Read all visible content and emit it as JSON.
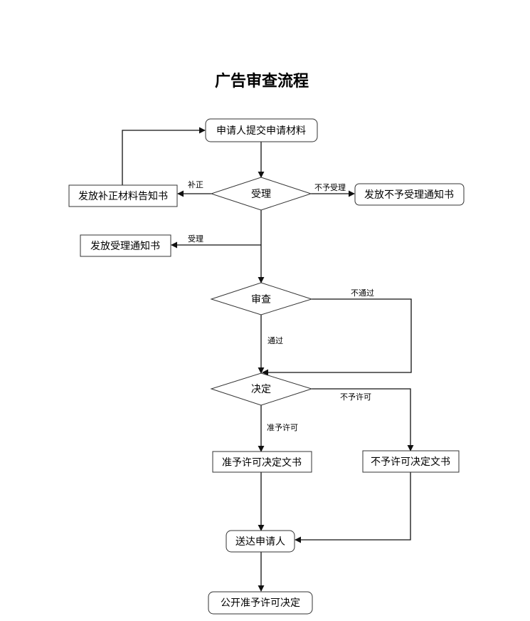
{
  "title": "广告审查流程",
  "nodes": {
    "submit": "申请人提交申请材料",
    "accept_decision": "受理",
    "supplement_notice": "发放补正材料告知书",
    "reject_notice": "发放不予受理通知书",
    "accept_notice": "发放受理通知书",
    "review_decision": "审查",
    "final_decision": "决定",
    "permit_doc": "准予许可决定文书",
    "deny_doc": "不予许可决定文书",
    "deliver": "送达申请人",
    "publish": "公开准予许可决定"
  },
  "edges": {
    "supplement": "补正",
    "not_accept": "不予受理",
    "accept": "受理",
    "not_pass": "不通过",
    "pass": "通过",
    "deny": "不予许可",
    "permit": "准予许可"
  }
}
